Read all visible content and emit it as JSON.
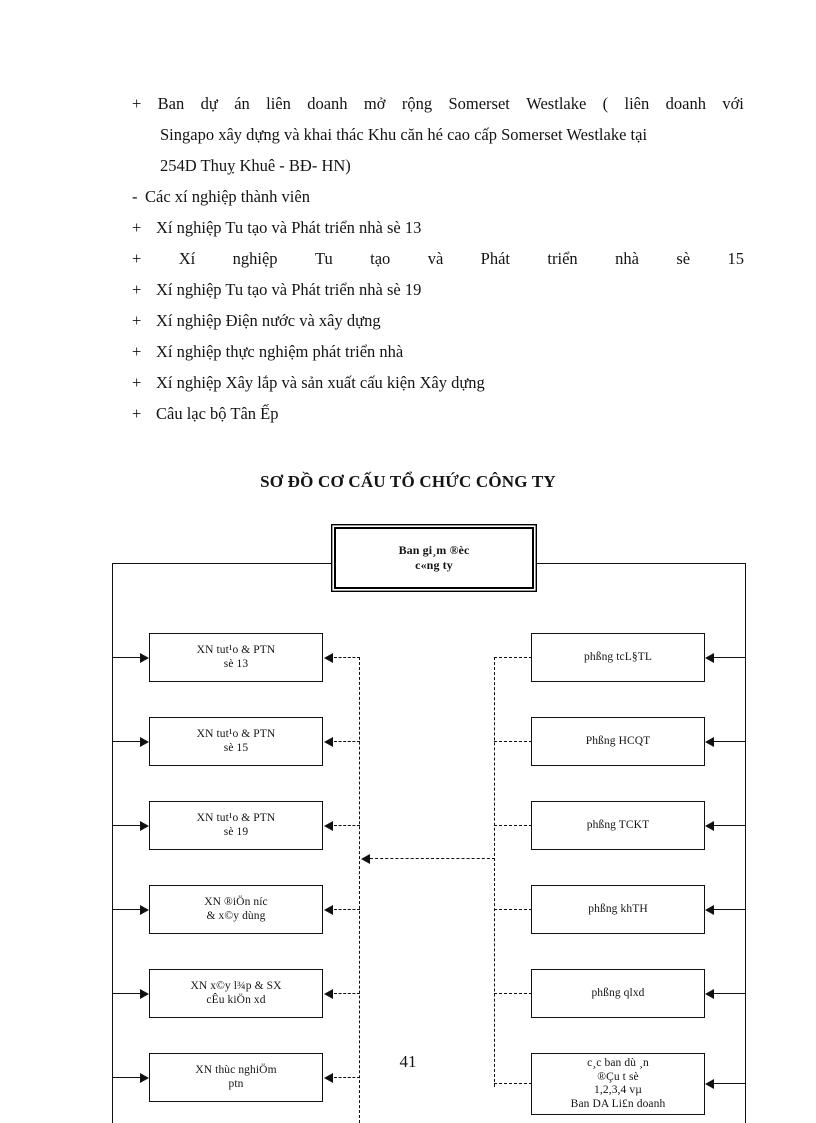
{
  "page": {
    "number": "41"
  },
  "body_text": {
    "paragraph_1": {
      "marker": "+",
      "line_1_words": [
        "Ban",
        "dự",
        "án",
        "liên",
        "doanh",
        "mở",
        "rộng",
        "Somerset",
        "Westlake",
        "(",
        "liên",
        "doanh",
        "với"
      ],
      "line_2": "Singapo xây dựng và khai thác Khu căn hé cao cấp Somerset Westlake tại",
      "line_3": "254D Thuỵ Khuê - BĐ- HN)"
    },
    "items": [
      {
        "marker": "-",
        "text": "Các xí nghiệp thành viên",
        "justified": false
      },
      {
        "marker": "+",
        "text": "Xí nghiệp Tu tạo và Phát triển nhà sè 13",
        "justified": false
      },
      {
        "marker": "+",
        "text": "Xí nghiệp Tu tạo và Phát triển nhà sè 15",
        "justified": true,
        "words": [
          "Xí",
          "nghiệp",
          "Tu",
          "tạo",
          "và",
          "Phát",
          "triển",
          "nhà",
          "sè",
          "15"
        ]
      },
      {
        "marker": "+",
        "text": "Xí nghiệp Tu tạo và Phát triển nhà sè 19",
        "justified": false
      },
      {
        "marker": "+",
        "text": "Xí nghiệp Điện nước và xây dựng",
        "justified": false
      },
      {
        "marker": "+",
        "text": "Xí nghiệp thực nghiệm phát triển nhà",
        "justified": false
      },
      {
        "marker": "+",
        "text": "Xí nghiệp Xây lắp và sản xuất cấu kiện Xây dựng",
        "justified": false
      },
      {
        "marker": "+",
        "text": "Câu lạc bộ Tân Ếp",
        "justified": false
      }
    ]
  },
  "chart_data": {
    "type": "diagram",
    "title": "SƠ ĐỒ CƠ CẤU TỔ CHỨC CÔNG TY",
    "root": {
      "id": "root",
      "label": "Ban gi¸m ®èc\nc«ng ty"
    },
    "left_column": [
      {
        "id": "xn-13",
        "label": "XN tut¹o & PTN\nsè 13"
      },
      {
        "id": "xn-15",
        "label": "XN tut¹o & PTN\nsè 15"
      },
      {
        "id": "xn-19",
        "label": "XN tut¹o & PTN\nsè 19"
      },
      {
        "id": "xn-dien-nuoc",
        "label": "XN ®iÖn níc\n& x©y dùng"
      },
      {
        "id": "xn-xay-lap",
        "label": "XN x©y l¾p & SX\ncÊu kiÖn xd"
      },
      {
        "id": "xn-thuc-nghiem",
        "label": "XN thùc nghiÖm\nptn"
      }
    ],
    "right_column": [
      {
        "id": "phong-tcldtl",
        "label": "phßng tcL§TL"
      },
      {
        "id": "phong-hcqt",
        "label": "Phßng HCQT"
      },
      {
        "id": "phong-tckt",
        "label": "phßng TCKT"
      },
      {
        "id": "phong-khth",
        "label": "phßng khTH"
      },
      {
        "id": "phong-qlxd",
        "label": "phßng qlxd"
      },
      {
        "id": "cac-ban-du-an",
        "label": "c¸c ban dù ¸n\n®Çu t  sè\n1,2,3,4  vµ\nBan DA Li£n doanh"
      }
    ],
    "edges": {
      "solid_from_root_to_left_column": 6,
      "solid_from_root_to_right_column": 6,
      "dashed_internal_link": 1
    },
    "colors": {
      "line": "#111111",
      "box_border": "#111111",
      "background": "#ffffff"
    }
  }
}
